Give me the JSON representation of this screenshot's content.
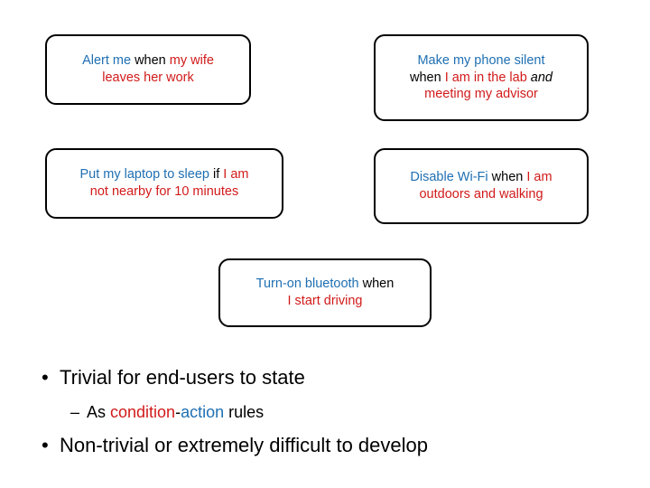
{
  "slide": {
    "rule_boxes": [
      {
        "id": "alert-wife",
        "lines": [
          [
            {
              "text": "Alert me ",
              "color": "blue"
            },
            {
              "text": "when ",
              "color": "black"
            },
            {
              "text": "my wife",
              "color": "red"
            }
          ],
          [
            {
              "text": "leaves her work",
              "color": "red"
            }
          ]
        ]
      },
      {
        "id": "phone-silent",
        "lines": [
          [
            {
              "text": "Make my phone silent",
              "color": "blue"
            }
          ],
          [
            {
              "text": "when ",
              "color": "black"
            },
            {
              "text": "I am in the lab ",
              "color": "red"
            },
            {
              "text": "and",
              "color": "black",
              "italic": true
            }
          ],
          [
            {
              "text": "meeting my advisor",
              "color": "red"
            }
          ]
        ]
      },
      {
        "id": "laptop-sleep",
        "lines": [
          [
            {
              "text": "Put my laptop to sleep ",
              "color": "blue"
            },
            {
              "text": "if ",
              "color": "black"
            },
            {
              "text": "I am",
              "color": "red"
            }
          ],
          [
            {
              "text": "not nearby ",
              "color": "red"
            },
            {
              "text": "for 10 minutes",
              "color": "red"
            }
          ]
        ]
      },
      {
        "id": "disable-wifi",
        "lines": [
          [
            {
              "text": "Disable Wi-Fi ",
              "color": "blue"
            },
            {
              "text": "when ",
              "color": "black"
            },
            {
              "text": "I am",
              "color": "red"
            }
          ],
          [
            {
              "text": "outdoors and walking",
              "color": "red"
            }
          ]
        ]
      },
      {
        "id": "bluetooth",
        "lines": [
          [
            {
              "text": "Turn-on bluetooth ",
              "color": "blue"
            },
            {
              "text": "when",
              "color": "black"
            }
          ],
          [
            {
              "text": "I start driving",
              "color": "red"
            }
          ]
        ]
      }
    ],
    "bullets": [
      {
        "id": "trivial",
        "level": 1,
        "marker": "•",
        "parts": [
          {
            "text": "Trivial for end-users to state",
            "color": "black"
          }
        ]
      },
      {
        "id": "condition-action",
        "level": 2,
        "marker": "–",
        "parts": [
          {
            "text": "As ",
            "color": "black"
          },
          {
            "text": "condition",
            "color": "red"
          },
          {
            "text": "-",
            "color": "black"
          },
          {
            "text": "action",
            "color": "blue"
          },
          {
            "text": " rules",
            "color": "black"
          }
        ]
      },
      {
        "id": "non-trivial",
        "level": 1,
        "marker": "•",
        "parts": [
          {
            "text": "Non-trivial or extremely difficult to develop",
            "color": "black"
          }
        ]
      }
    ],
    "colors": {
      "action_blue": "#1f6fb2",
      "condition_red": "#d21a1a",
      "connector_black": "#000000",
      "box_border": "#000000",
      "background": "#ffffff"
    }
  }
}
